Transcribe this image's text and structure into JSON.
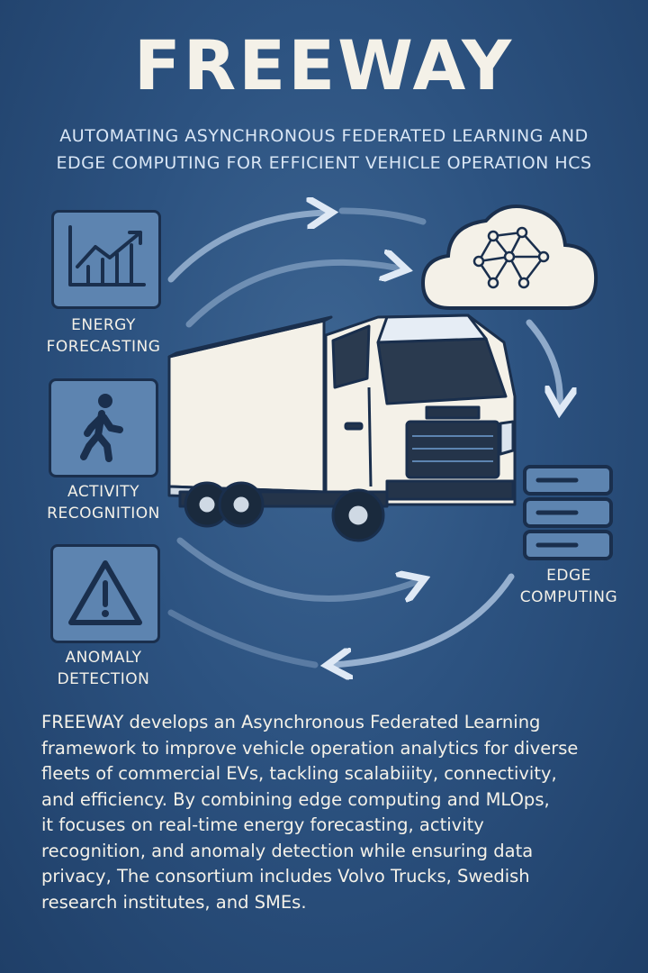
{
  "title": "FREEWAY",
  "subtitle": {
    "line1": "AUTOMATING ASYNCHRONOUS FEDERATED LEARNING AND",
    "line2": "EDGE COMPUTING FOR EFFICIENT VEHICLE OPERATION HCS"
  },
  "nodes": {
    "energy": {
      "line1": "ENERGY",
      "line2": "FORECASTING",
      "icon": "line-chart-icon"
    },
    "activity": {
      "line1": "ACTIVITY",
      "line2": "RECOGNITION",
      "icon": "walking-person-icon"
    },
    "anomaly": {
      "line1": "ANOMALY",
      "line2": "DETECTION",
      "icon": "warning-icon"
    },
    "cloud": {
      "icon": "cloud-network-icon"
    },
    "truck": {
      "icon": "truck-icon"
    },
    "edge": {
      "line1": "EDGE",
      "line2": "COMPUTING",
      "icon": "server-icon"
    }
  },
  "body": {
    "lines": [
      "FREEWAY develops an Asynchronous Federated Learning",
      "framework to improve vehicle operation analytics for diverse",
      "fleets of commercial EVs, tackling scalabiiity, connectivity,",
      "and efficiency. By combining edge computing and MLOps,",
      "it focuses on real-time energy forecasting, activity",
      "recognition, and anomaly detection while ensuring data",
      "privacy, The consortium includes Volvo Trucks, Swedish",
      "research institutes, and SMEs."
    ]
  },
  "colors": {
    "background": "#2c5280",
    "tile": "#5d84b0",
    "tile_border": "#1a2f4d",
    "text": "#f4f1e8",
    "arrow": "#a9c1dd"
  }
}
